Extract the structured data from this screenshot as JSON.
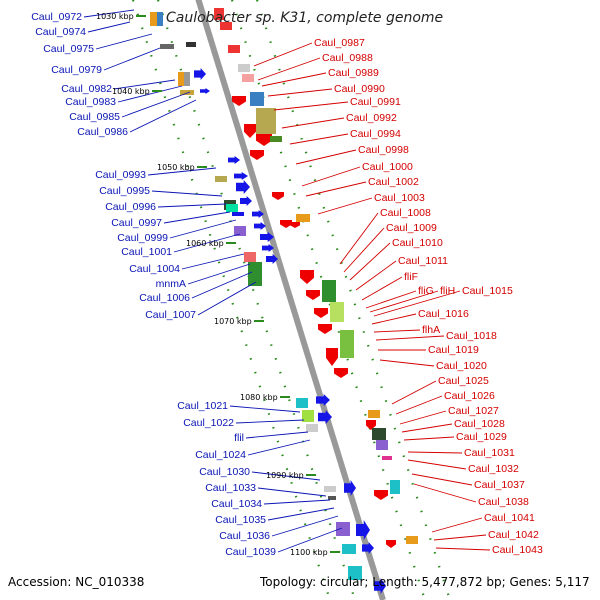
{
  "title": "Caulobacter sp. K31, complete genome",
  "footer": {
    "accession": "Accession: NC_010338",
    "topology": "Topology: circular; Length: 5,477,872 bp; Genes: 5,117"
  },
  "colors": {
    "left_label": "#0a15b4",
    "right_label": "#d40000",
    "backbone": "#999999",
    "track": "#2b8a1e"
  },
  "kbp_marks": [
    {
      "text": "1030 kbp"
    },
    {
      "text": "1040 kbp"
    },
    {
      "text": "1050 kbp"
    },
    {
      "text": "1060 kbp"
    },
    {
      "text": "1070 kbp"
    },
    {
      "text": "1080 kbp"
    },
    {
      "text": "1090 kbp"
    },
    {
      "text": "1100 kbp"
    }
  ],
  "left_labels": [
    "Caul_0972",
    "Caul_0974",
    "Caul_0975",
    "Caul_0979",
    "Caul_0982",
    "Caul_0983",
    "Caul_0985",
    "Caul_0986",
    "Caul_0993",
    "Caul_0995",
    "Caul_0996",
    "Caul_0997",
    "Caul_0999",
    "Caul_1001",
    "Caul_1004",
    "mnmA",
    "Caul_1006",
    "Caul_1007",
    "Caul_1021",
    "Caul_1022",
    "flil",
    "Caul_1024",
    "Caul_1030",
    "Caul_1033",
    "Caul_1034",
    "Caul_1035",
    "Caul_1036",
    "Caul_1039"
  ],
  "right_labels": [
    "Caul_0987",
    "Caul_0988",
    "Caul_0989",
    "Caul_0990",
    "Caul_0991",
    "Caul_0992",
    "Caul_0994",
    "Caul_0998",
    "Caul_1000",
    "Caul_1002",
    "Caul_1003",
    "Caul_1008",
    "Caul_1009",
    "Caul_1010",
    "Caul_1011",
    "fliF",
    "fliG",
    "fliH",
    "Caul_1015",
    "Caul_1016",
    "flhA",
    "Caul_1018",
    "Caul_1019",
    "Caul_1020",
    "Caul_1025",
    "Caul_1026",
    "Caul_1027",
    "Caul_1028",
    "Caul_1029",
    "Caul_1031",
    "Caul_1032",
    "Caul_1037",
    "Caul_1038",
    "Caul_1041",
    "Caul_1042",
    "Caul_1043"
  ]
}
